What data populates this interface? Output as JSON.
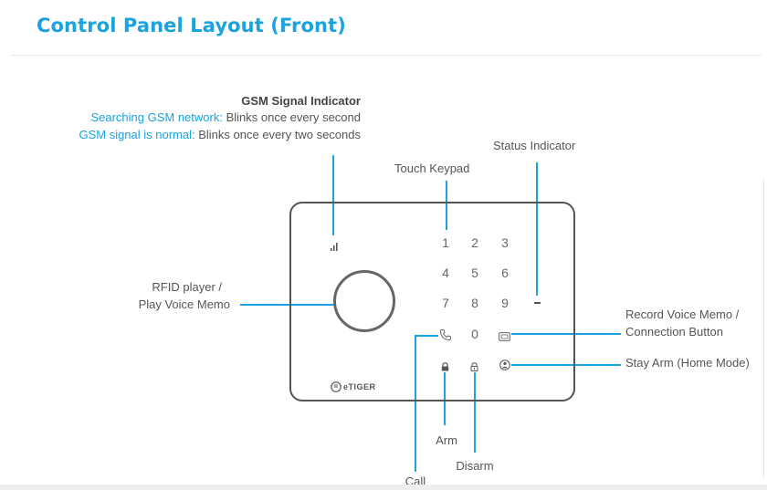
{
  "title": "Control Panel Layout (Front)",
  "gsm": {
    "heading": "GSM Signal Indicator",
    "line1_key": "Searching GSM network:",
    "line1_value": " Blinks once every second",
    "line2_key": "GSM signal is normal:",
    "line2_value": " Blinks once every two seconds"
  },
  "labels": {
    "status_indicator": "Status Indicator",
    "touch_keypad": "Touch Keypad",
    "rfid_line1": "RFID player /",
    "rfid_line2": "Play Voice Memo",
    "record_line1": "Record Voice Memo /",
    "record_line2": "Connection Button",
    "stay_arm": "Stay Arm (Home Mode)",
    "arm": "Arm",
    "disarm": "Disarm",
    "call": "Call"
  },
  "keypad": {
    "row1": [
      "1",
      "2",
      "3"
    ],
    "row2": [
      "4",
      "5",
      "6"
    ],
    "row3": [
      "7",
      "8",
      "9"
    ],
    "row4_middle": "0"
  },
  "icons": {
    "signal": "signal-bars-icon",
    "call": "phone-icon",
    "record": "voice-memo-icon",
    "arm": "lock-closed-icon",
    "disarm": "lock-open-icon",
    "stay_arm": "home-mode-icon",
    "brand": "etiger-logo"
  },
  "brand": {
    "logo_text": "eTIGER"
  },
  "colors": {
    "accent": "#1aa3df",
    "outline": "#555555",
    "text": "#555555"
  }
}
